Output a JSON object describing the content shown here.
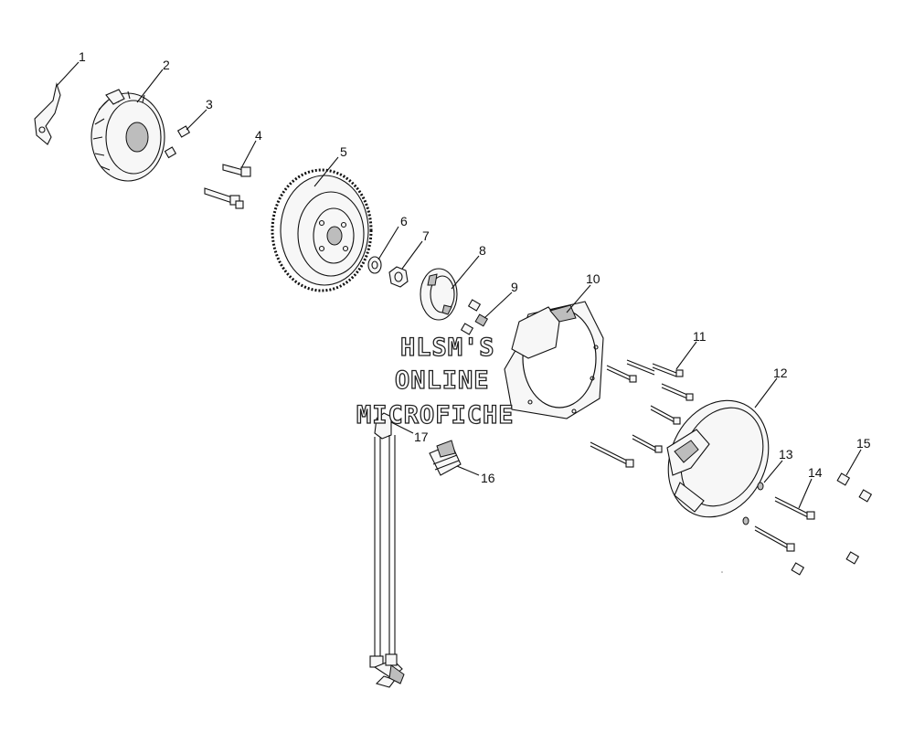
{
  "watermark": {
    "lines": [
      "HLSM'S",
      "ONLINE",
      "MICROFICHE"
    ]
  },
  "callouts": [
    {
      "id": "c1",
      "number": "1"
    },
    {
      "id": "c2",
      "number": "2"
    },
    {
      "id": "c3",
      "number": "3"
    },
    {
      "id": "c4",
      "number": "4"
    },
    {
      "id": "c5",
      "number": "5"
    },
    {
      "id": "c6",
      "number": "6"
    },
    {
      "id": "c7",
      "number": "7"
    },
    {
      "id": "c8",
      "number": "8"
    },
    {
      "id": "c9",
      "number": "9"
    },
    {
      "id": "c10",
      "number": "10"
    },
    {
      "id": "c11",
      "number": "11"
    },
    {
      "id": "c12",
      "number": "12"
    },
    {
      "id": "c13",
      "number": "13"
    },
    {
      "id": "c14",
      "number": "14"
    },
    {
      "id": "c15",
      "number": "15"
    },
    {
      "id": "c16",
      "number": "16"
    },
    {
      "id": "c17",
      "number": "17"
    }
  ]
}
